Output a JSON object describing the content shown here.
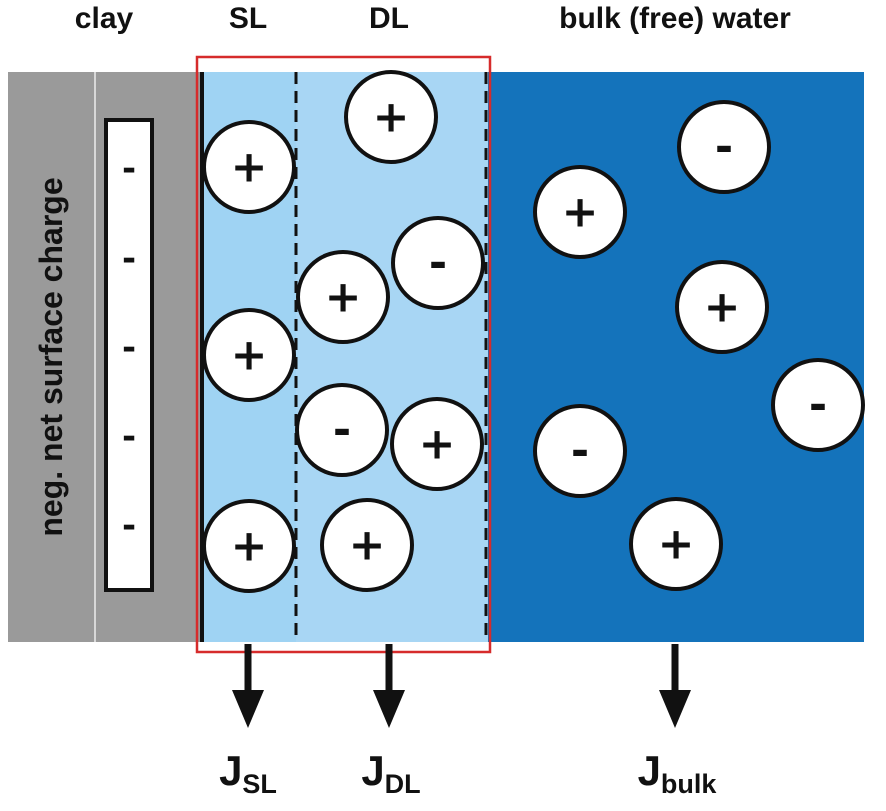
{
  "headers": {
    "clay": "clay",
    "sl": "SL",
    "dl": "DL",
    "bulk": "bulk (free) water"
  },
  "side_label": "neg. net surface charge",
  "surface_charges": [
    "-",
    "-",
    "-",
    "-",
    "-"
  ],
  "ions": {
    "sl": [
      "+",
      "+",
      "+"
    ],
    "dl": [
      "+",
      "+",
      "-",
      "-",
      "+",
      "+"
    ],
    "bulk": [
      "-",
      "+",
      "+",
      "-",
      "-",
      "+"
    ]
  },
  "fluxes": {
    "sl": {
      "main": "J",
      "sub": "SL"
    },
    "dl": {
      "main": "J",
      "sub": "DL"
    },
    "bulk": {
      "main": "J",
      "sub": "bulk"
    }
  },
  "colors": {
    "clay": "#9a9a9a",
    "stern_layer": "#9fd3f3",
    "diffuse_layer": "#a8d6f4",
    "bulk_water": "#1473bb",
    "highlight_box": "#d62b2b",
    "ion_fill": "#ffffff",
    "outline": "#111111"
  }
}
